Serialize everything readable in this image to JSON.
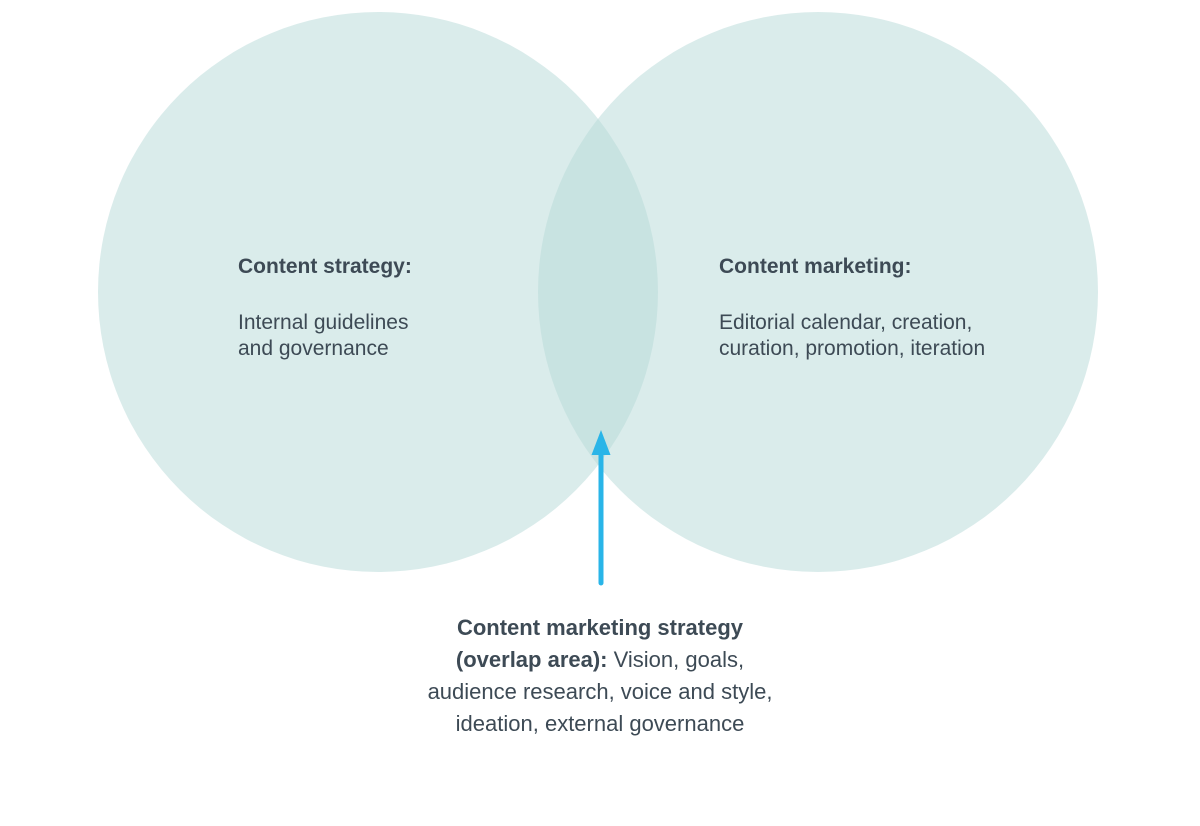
{
  "colors": {
    "background": "#ffffff",
    "circle_fill": "#dcebe9",
    "overlap_fill": "#c9e0e0",
    "text": "#3d4a55",
    "arrow": "#29b5e8"
  },
  "venn": {
    "left": {
      "heading": "Content strategy:",
      "body": "Internal guidelines\nand governance"
    },
    "right": {
      "heading": "Content marketing:",
      "body": "Editorial calendar, creation,\ncuration, promotion, iteration"
    },
    "overlap_caption": {
      "bold": "Content marketing strategy\n(overlap area):",
      "regular": " Vision, goals,\naudience research, voice and style,\nideation, external governance"
    }
  },
  "icons": {
    "arrow": "arrow-up-icon"
  }
}
